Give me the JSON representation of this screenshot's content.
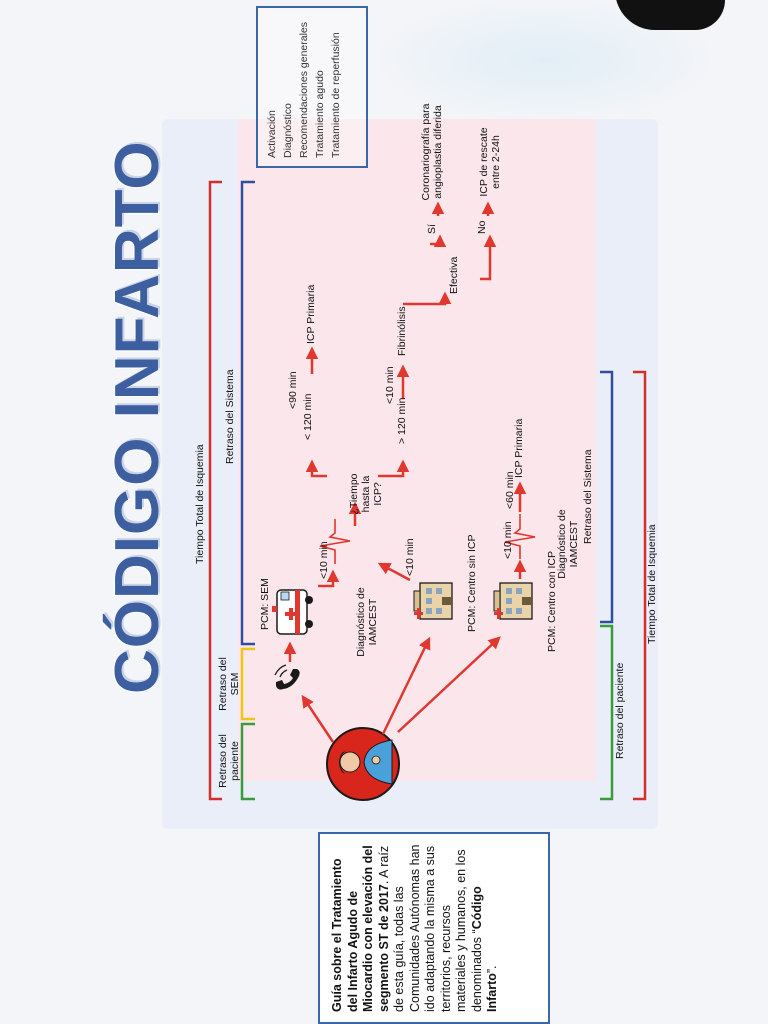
{
  "title": "CÓDIGO INFARTO",
  "legend": [
    "Activación",
    "Diagnóstico",
    "Recomendaciones generales",
    "Tratamiento agudo",
    "Tratamiento de reperfusión"
  ],
  "guide": {
    "bold_intro": "Guía sobre el Tratamiento del Infarto Agudo de Miocardio con elevación del segmento ST de 2017",
    "intro_end": ".",
    "body": "A raíz de esta guía, todas las Comunidades Autónomas han ido adaptando la misma a sus territorios, recursos materiales y humanos, en los denominados “",
    "bold_term": "Código Infarto",
    "end": "”."
  },
  "brackets": {
    "tiempo_total_isquemia_top": "Tiempo Total de Isquemia",
    "retraso_sistema_top": "Retraso del Sistema",
    "retraso_sem": "Retraso del SEM",
    "retraso_paciente_top": "Retraso del paciente",
    "retraso_paciente_bottom": "Retraso del paciente",
    "retraso_sistema_bottom": "Retraso del Sistema",
    "tiempo_total_isquemia_bottom": "Tiempo Total de Isquemia"
  },
  "nodes": {
    "pcm_sem": "PCM: SEM",
    "diagnostico_iamcest_1": "Diagnóstico de IAMCEST",
    "tiempo_hasta_icp": "¿Tiempo hasta la ICP?",
    "lt120": "< 120 min",
    "lt90": "<90 min",
    "icp_primaria_1": "ICP Primaria",
    "gt120": "> 120 min",
    "lt10_fib": "<10 min",
    "fibrinolisis": "Fibrinólisis",
    "efectiva": "Efectiva",
    "si": "Sí",
    "no": "No",
    "coronariografia": "Coronariografía para angioplastia diferida",
    "icp_rescate": "ICP de rescate entre 2-24h",
    "lt10_sem": "<10 min",
    "lt10_sin": "<10 min",
    "pcm_sin_icp": "PCM: Centro sin ICP",
    "lt10_con": "<10 min",
    "pcm_con_icp": "PCM: Centro con ICP",
    "diagnostico_iamcest_2": "Diagnóstico de IAMCEST",
    "lt60": "<60 min",
    "icp_primaria_2": "ICP Primaria"
  },
  "colors": {
    "arrow": "#e0382f",
    "bracket_red": "#d2302a",
    "bracket_blue": "#2f4f9e",
    "bracket_yellow": "#f0c419",
    "bracket_green": "#3a9b3a",
    "title": "#3d5fa0"
  },
  "icons": [
    "patient-icon",
    "phone-icon",
    "ambulance-icon",
    "hospital-icon",
    "ecg-icon"
  ]
}
